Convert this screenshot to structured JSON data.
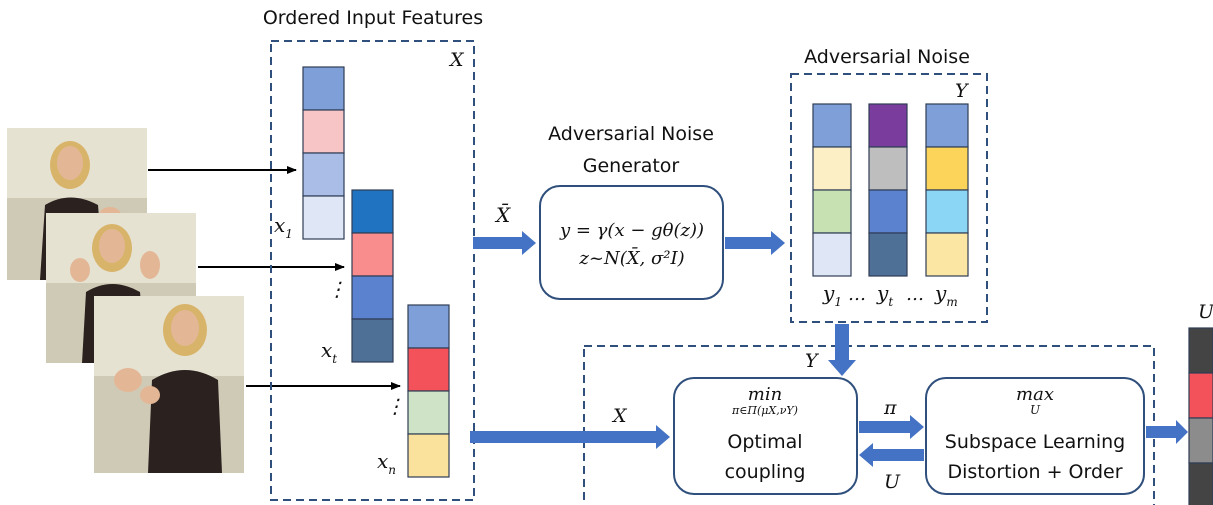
{
  "titles": {
    "features": "Ordered Input Features",
    "noise": "Adversarial Noise",
    "generator_line1": "Adversarial Noise",
    "generator_line2": "Generator"
  },
  "math": {
    "X": "X",
    "Y": "Y",
    "U": "U",
    "xbar": "X̄",
    "pi": "π",
    "x1": "x",
    "x1_sub": "1",
    "xt": "x",
    "xt_sub": "t",
    "xn": "x",
    "xn_sub": "n",
    "y1": "y",
    "y1_sub": "1",
    "yt": "y",
    "yt_sub": "t",
    "ym": "y",
    "ym_sub": "m",
    "dots": "…",
    "vdots": "⋮"
  },
  "generator": {
    "eq1": "y = γ(x − gθ(z))",
    "eq2": "z~N(X̄, σ²I)"
  },
  "coupling": {
    "op": "min",
    "op_sub": "π∈Π(μX,νY)",
    "line1": "Optimal",
    "line2": "coupling"
  },
  "subspace": {
    "op": "max",
    "op_sub": "U",
    "line1": "Subspace Learning",
    "line2": "Distortion + Order"
  },
  "colors": {
    "dashed": "#2f4f7c",
    "arrow": "#4472c4",
    "x1_cells": [
      "#7f9fd8",
      "#f7c5c5",
      "#a9bde6",
      "#dfe6f5"
    ],
    "xt_cells": [
      "#1f73c0",
      "#f98d8d",
      "#5b82cf",
      "#4e6f96"
    ],
    "xn_cells": [
      "#7f9fd8",
      "#f4525a",
      "#cfe4c6",
      "#fae29c"
    ],
    "y1_cells": [
      "#7f9fd8",
      "#fcefc6",
      "#c7e1b3",
      "#dfe6f5"
    ],
    "yt_cells": [
      "#7a3d9e",
      "#bebebe",
      "#5b82cf",
      "#4e6f96"
    ],
    "ym_cells": [
      "#7f9fd8",
      "#fcd45a",
      "#8cd6f5",
      "#fbe6a3"
    ],
    "u_cells": [
      "#444444",
      "#f4525a",
      "#8c8c8c",
      "#444444"
    ]
  }
}
